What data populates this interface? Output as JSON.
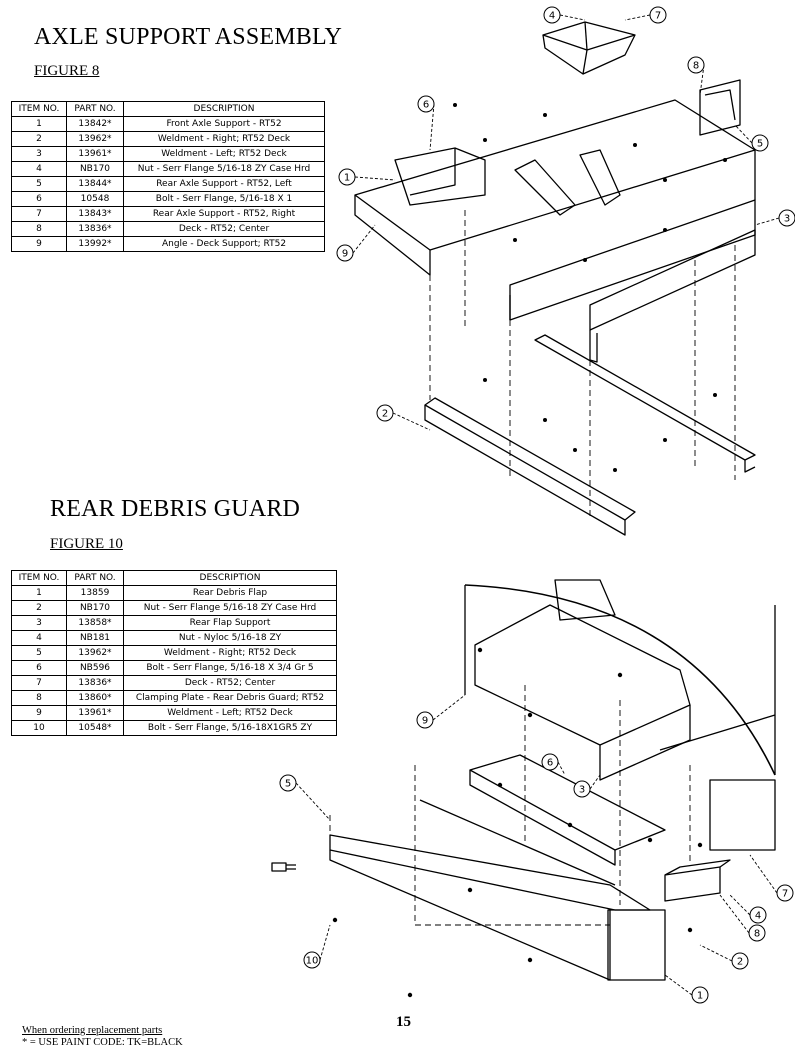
{
  "section1": {
    "title": "AXLE SUPPORT ASSEMBLY",
    "figure": "FIGURE 8",
    "headers": [
      "ITEM NO.",
      "PART NO.",
      "DESCRIPTION"
    ],
    "rows": [
      [
        "1",
        "13842*",
        "Front Axle Support - RT52"
      ],
      [
        "2",
        "13962*",
        "Weldment - Right; RT52 Deck"
      ],
      [
        "3",
        "13961*",
        "Weldment - Left; RT52 Deck"
      ],
      [
        "4",
        "NB170",
        "Nut - Serr Flange 5/16-18 ZY Case Hrd"
      ],
      [
        "5",
        "13844*",
        "Rear Axle Support - RT52, Left"
      ],
      [
        "6",
        "10548",
        "Bolt - Serr Flange, 5/16-18 X 1"
      ],
      [
        "7",
        "13843*",
        "Rear Axle Support - RT52, Right"
      ],
      [
        "8",
        "13836*",
        "Deck - RT52; Center"
      ],
      [
        "9",
        "13992*",
        "Angle - Deck Support; RT52"
      ]
    ],
    "callouts": [
      "1",
      "2",
      "3",
      "4",
      "5",
      "6",
      "7",
      "8",
      "9"
    ]
  },
  "section2": {
    "title": "REAR DEBRIS GUARD",
    "figure": "FIGURE 10",
    "headers": [
      "ITEM NO.",
      "PART NO.",
      "DESCRIPTION"
    ],
    "rows": [
      [
        "1",
        "13859",
        "Rear Debris Flap"
      ],
      [
        "2",
        "NB170",
        "Nut - Serr Flange 5/16-18 ZY Case Hrd"
      ],
      [
        "3",
        "13858*",
        "Rear Flap Support"
      ],
      [
        "4",
        "NB181",
        "Nut - Nyloc 5/16-18 ZY"
      ],
      [
        "5",
        "13962*",
        "Weldment - Right; RT52 Deck"
      ],
      [
        "6",
        "NB596",
        "Bolt - Serr Flange, 5/16-18 X 3/4 Gr 5"
      ],
      [
        "7",
        "13836*",
        "Deck - RT52; Center"
      ],
      [
        "8",
        "13860*",
        "Clamping Plate - Rear Debris Guard; RT52"
      ],
      [
        "9",
        "13961*",
        "Weldment - Left; RT52 Deck"
      ],
      [
        "10",
        "10548*",
        "Bolt - Serr Flange,  5/16-18X1GR5 ZY"
      ]
    ],
    "callouts": [
      "1",
      "2",
      "3",
      "4",
      "5",
      "6",
      "7",
      "8",
      "9",
      "10"
    ]
  },
  "page_number": "15",
  "footer": {
    "line1": "When ordering replacement parts",
    "line2": "* = USE PAINT CODE: TK=BLACK"
  }
}
